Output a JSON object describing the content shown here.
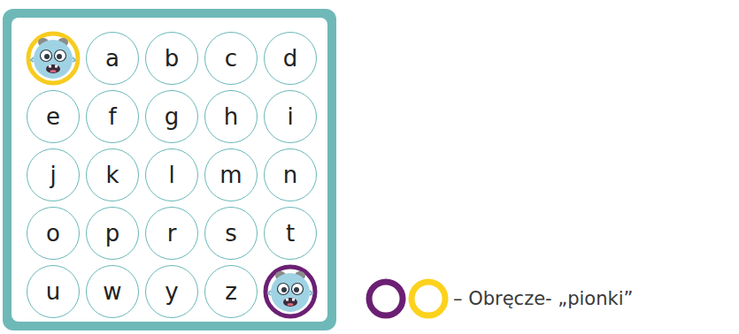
{
  "diagram": {
    "nodes": [
      {
        "text": [
          "a"
        ]
      },
      {
        "text": [
          "b"
        ]
      },
      {
        "text": [
          "c"
        ]
      },
      {
        "text": [
          "d"
        ]
      },
      {
        "text": [
          "e"
        ]
      },
      {
        "text": [
          "f"
        ]
      },
      {
        "text": [
          "g"
        ]
      },
      {
        "text": [
          "h"
        ]
      },
      {
        "text": [
          "i"
        ]
      },
      {
        "text": [
          "j"
        ]
      },
      {
        "text": [
          "k"
        ]
      },
      {
        "text": [
          "l"
        ]
      },
      {
        "text": [
          "m"
        ]
      },
      {
        "text": [
          "n"
        ]
      },
      {
        "text": [
          "o"
        ]
      },
      {
        "text": [
          "p"
        ]
      },
      {
        "text": [
          "r"
        ]
      },
      {
        "text": [
          "s"
        ]
      },
      {
        "text": [
          "t"
        ]
      },
      {
        "text": [
          "u"
        ]
      },
      {
        "text": [
          "w"
        ]
      },
      {
        "text": [
          "y"
        ]
      },
      {
        "text": [
          "z"
        ]
      }
    ],
    "legend": [
      {
        "text": "– Obręcze- „pionki”"
      }
    ]
  }
}
